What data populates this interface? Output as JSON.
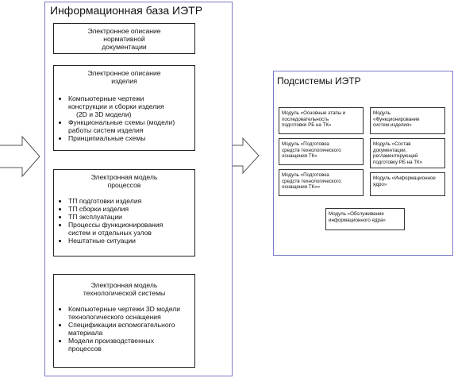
{
  "ietr_base": {
    "title": "Информационная база ИЭТР",
    "boxes": [
      {
        "title_lines": [
          "Электронное описание",
          "нормативной",
          "документации"
        ],
        "items": []
      },
      {
        "title_lines": [
          "Электронное описание",
          "изделия"
        ],
        "items": [
          [
            "Компьютерные чертежи",
            "конструкции и сборки изделия",
            "(2D и 3D модели)"
          ],
          [
            "Функциональные схемы (модели)",
            "работы систем изделия"
          ],
          [
            "Принципиальные схемы"
          ]
        ]
      },
      {
        "title_lines": [
          "Электронная модель",
          "процессов"
        ],
        "items": [
          [
            "ТП подготовки изделия"
          ],
          [
            "ТП сборки изделия"
          ],
          [
            "ТП эксплуатации"
          ],
          [
            "Процессы функционирования",
            "систем и отдельных узлов"
          ],
          [
            "Нештатные ситуации"
          ]
        ]
      },
      {
        "title_lines": [
          "Электронная модель",
          "технологической системы"
        ],
        "items": [
          [
            "Компьютерные чертежи 3D модели",
            "технологического оснащения"
          ],
          [
            "Спецификации вспомогательного",
            "материала"
          ],
          [
            "Модели производственных",
            "процессов"
          ]
        ]
      }
    ]
  },
  "subsystems": {
    "title": "Подсистемы ИЭТР",
    "modules": [
      [
        "Модуль «Основные этапы и",
        "последовательность",
        "подготовки РБ на ТК»"
      ],
      [
        "Модуль",
        "«Функционирование",
        "систем изделия»"
      ],
      [
        "Модуль «Подготовка",
        "средств технологического",
        "оснащения ТК»"
      ],
      [
        "Модуль «Состав",
        "документации,",
        "регламентирующей",
        "подготовку РБ на ТК»"
      ],
      [
        "Модуль «Подготовка",
        "средств технологического",
        "оснащения ТК»»"
      ],
      [
        "Модуль «Информационное",
        "ядро»"
      ],
      [
        "Модуль «Обслуживание",
        "информационного ядра»"
      ]
    ]
  }
}
